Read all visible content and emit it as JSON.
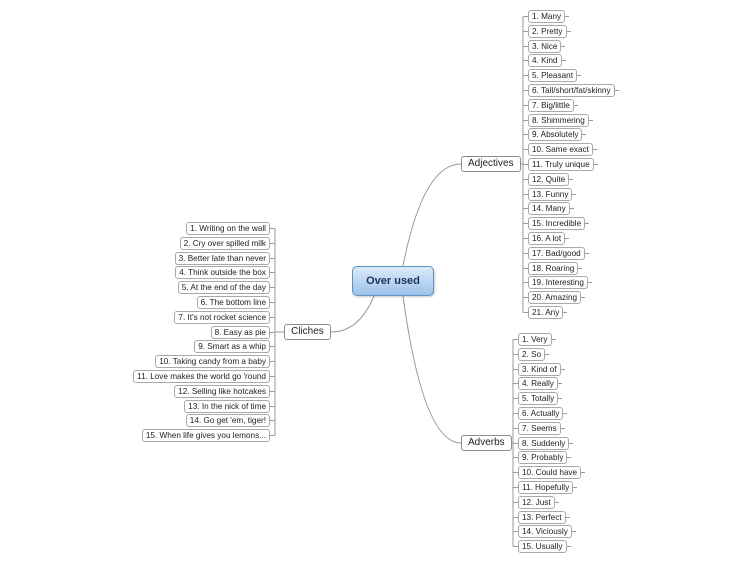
{
  "root": {
    "label": "Over used"
  },
  "branches": [
    {
      "key": "adjectives",
      "label": "Adjectives",
      "side": "right",
      "items": [
        "1. Many",
        "2. Pretty",
        "3. Nice",
        "4. Kind",
        "5. Pleasant",
        "6. Tall/short/fat/skinny",
        "7. Big/little",
        "8. Shimmering",
        "9. Absolutely",
        "10. Same exact",
        "11. Truly unique",
        "12. Quite",
        "13. Funny",
        "14. Many",
        "15. Incredible",
        "16. A lot",
        "17. Bad/good",
        "18. Roaring",
        "19. Interesting",
        "20. Amazing",
        "21. Any"
      ]
    },
    {
      "key": "adverbs",
      "label": "Adverbs",
      "side": "right",
      "items": [
        "1. Very",
        "2. So",
        "3. Kind of",
        "4. Really",
        "5. Totally",
        "6. Actually",
        "7. Seems",
        "8. Suddenly",
        "9. Probably",
        "10. Could have",
        "11. Hopefully",
        "12. Just",
        "13. Perfect",
        "14. Viciously",
        "15. Usually"
      ]
    },
    {
      "key": "cliches",
      "label": "Cliches",
      "side": "left",
      "items": [
        "1. Writing on the wall",
        "2. Cry over spilled milk",
        "3. Better late than never",
        "4. Think outside the box",
        "5. At the end of the day",
        "6. The bottom line",
        "7. It's not rocket science",
        "8. Easy as pie",
        "9. Smart as a whip",
        "10. Taking candy from a baby",
        "11. Love makes the world go 'round",
        "12. Selling like hotcakes",
        "13. In the nick of time",
        "14. Go get 'em, tiger!",
        "15. When life gives you lemons..."
      ]
    }
  ]
}
